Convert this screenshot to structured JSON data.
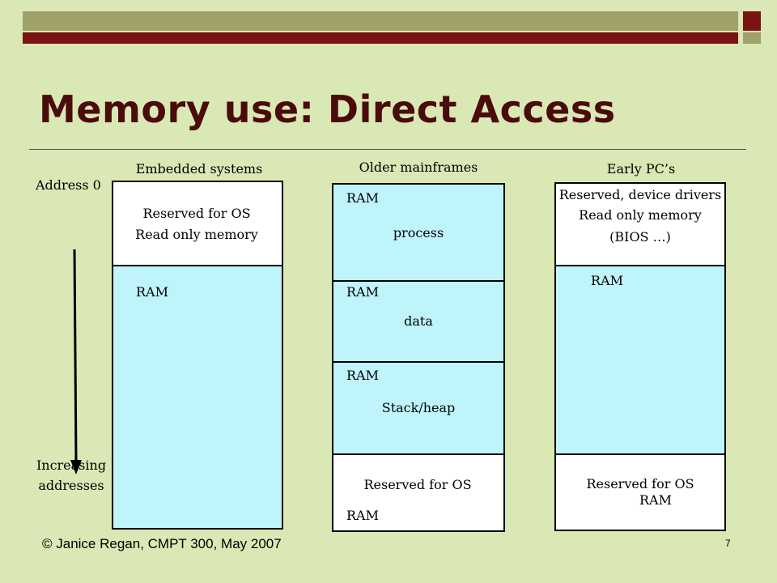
{
  "title": "Memory use: Direct Access",
  "axis": {
    "start_label": "Address 0",
    "end_label_line1": "Increasing",
    "end_label_line2": "addresses"
  },
  "columns": [
    {
      "heading": "Embedded systems",
      "blocks": [
        {
          "lines": [
            "Reserved for OS",
            "Read only memory"
          ]
        },
        {
          "lines": [
            "RAM"
          ]
        }
      ]
    },
    {
      "heading": "Older mainframes",
      "blocks": [
        {
          "lines": [
            "RAM",
            "process"
          ]
        },
        {
          "lines": [
            "RAM",
            "data"
          ]
        },
        {
          "lines": [
            "RAM",
            "Stack/heap"
          ]
        },
        {
          "lines": [
            "Reserved for OS",
            "RAM"
          ]
        }
      ]
    },
    {
      "heading": "Early PC’s",
      "blocks": [
        {
          "lines": [
            "Reserved, device drivers",
            "Read only memory",
            "(BIOS …)"
          ]
        },
        {
          "lines": [
            "RAM"
          ]
        },
        {
          "lines": [
            "Reserved for OS",
            "RAM"
          ]
        }
      ]
    }
  ],
  "footer": "© Janice Regan, CMPT 300, May 2007",
  "page_number": "7",
  "colors": {
    "background": "#d9e8b4",
    "title": "#4a0b0b",
    "ram_block": "#bff4fb",
    "reserved_block": "#ffffff"
  }
}
